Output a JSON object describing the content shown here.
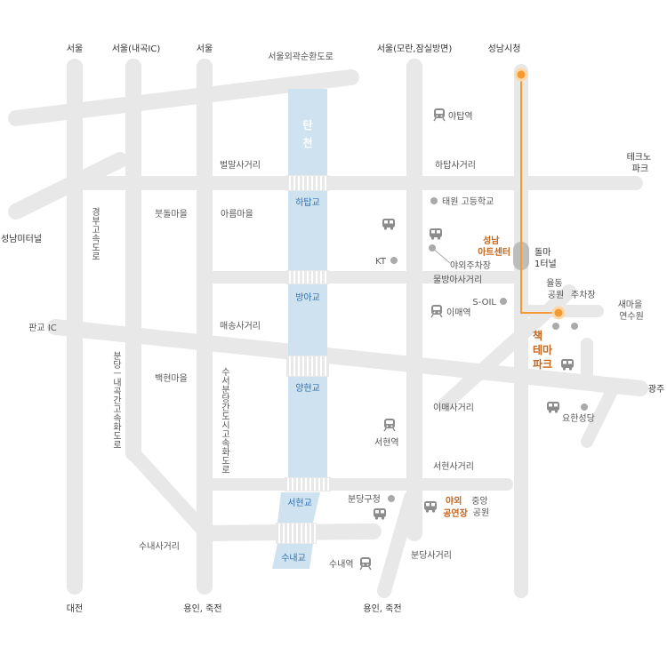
{
  "edges": {
    "seoul_left": "서울",
    "seoul_naegok": "서울(내곡IC)",
    "seoul_mid": "서울",
    "outer_ring": "서울외곽순환도로",
    "seoul_moran": "서울(모란,잠실방면)",
    "seongnam_cityhall": "성남시청",
    "techno_park_1": "테크노",
    "techno_park_2": "파크",
    "terminal": "성남미터널",
    "pangyo_ic": "판교 IC",
    "gwangju": "광주",
    "daejeon": "대전",
    "yongin_1": "용인, 죽전",
    "yongin_2": "용인, 죽전"
  },
  "river": {
    "name_1": "탄",
    "name_2": "천"
  },
  "bridges": {
    "hatap": "하탑교",
    "bangya": "방아교",
    "yanghyeon": "양현교",
    "seohyeon": "서현교",
    "sunae": "수내교"
  },
  "labels": {
    "yatap_station": "야탑역",
    "beolmal": "벌말사거리",
    "hatap_cross": "하탑사거리",
    "gyeongbu": "경부고속도로",
    "butdol": "붓돌마을",
    "areum": "아름마을",
    "taewon_school": "태원 고등학교",
    "kt": "KT",
    "outdoor_parking": "야외주차장",
    "mulbangah": "물방아사거리",
    "soil": "S-OIL",
    "imae_station": "이매역",
    "maesong": "매송사거리",
    "bundang_naegok": "분당ㅡ내곡간고속화도로",
    "baekhyeon": "백현마을",
    "suseo": "수서분당간도시고속화도로",
    "imae_cross": "이매사거리",
    "seohyeon_station": "서현역",
    "seohyeon_cross": "서현사거리",
    "bundang_gu_office": "분당구청",
    "sunae_cross": "수내사거리",
    "sunae_station": "수내역",
    "bundang_cross": "분당사거리",
    "doma_terminal_1": "돌마",
    "doma_terminal_2": "1터널",
    "yuldong_1": "율동",
    "yuldong_2": "공원",
    "parking": "주차장",
    "saemaeul_1": "새마을",
    "saemaeul_2": "연수원",
    "yohan": "요한성당",
    "central_park_1": "중앙",
    "central_park_2": "공원"
  },
  "highlights": {
    "art_center_1": "성남",
    "art_center_2": "아트센터",
    "outdoor_stage_1": "야외",
    "outdoor_stage_2": "공연장"
  },
  "destination": {
    "line_1": "책",
    "line_2": "테마",
    "line_3": "파크"
  },
  "colors": {
    "road": "#e8e8e8",
    "river": "#cfe2ef",
    "route": "#f39a32",
    "highlight_text": "#c4661d",
    "bridge_text": "#2f6fae"
  },
  "icons": {
    "subway": "subway-station-icon",
    "bus": "bus-stop-icon",
    "poi": "poi-dot-icon",
    "route_start": "route-start-marker",
    "route_end": "route-end-marker"
  }
}
